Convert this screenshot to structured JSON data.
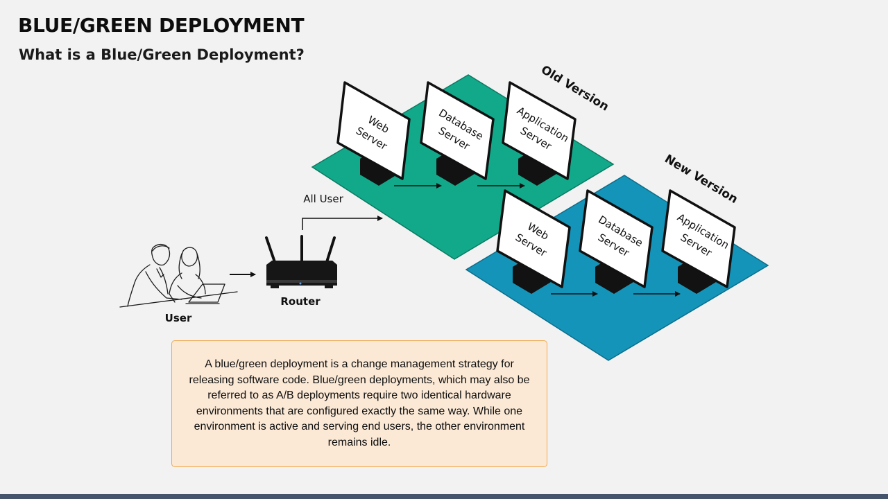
{
  "slide": {
    "title": "BLUE/GREEN DEPLOYMENT",
    "subtitle": "What is a Blue/Green Deployment?"
  },
  "diagram": {
    "user_label": "User",
    "router_label": "Router",
    "flow_label": "All User",
    "old_version": {
      "label": "Old Version",
      "platform_color": "#12a98a",
      "servers": [
        {
          "line1": "Web",
          "line2": "Server"
        },
        {
          "line1": "Database",
          "line2": "Server"
        },
        {
          "line1": "Application",
          "line2": "Server"
        }
      ]
    },
    "new_version": {
      "label": "New Version",
      "platform_color": "#1594b9",
      "servers": [
        {
          "line1": "Web",
          "line2": "Server"
        },
        {
          "line1": "Database",
          "line2": "Server"
        },
        {
          "line1": "Application",
          "line2": "Server"
        }
      ]
    }
  },
  "description": "A blue/green deployment is a change management strategy for releasing software code. Blue/green deployments, which may also be referred to as A/B deployments require two identical hardware environments that are configured exactly the same way. While one environment is active and serving end users, the other environment remains idle."
}
